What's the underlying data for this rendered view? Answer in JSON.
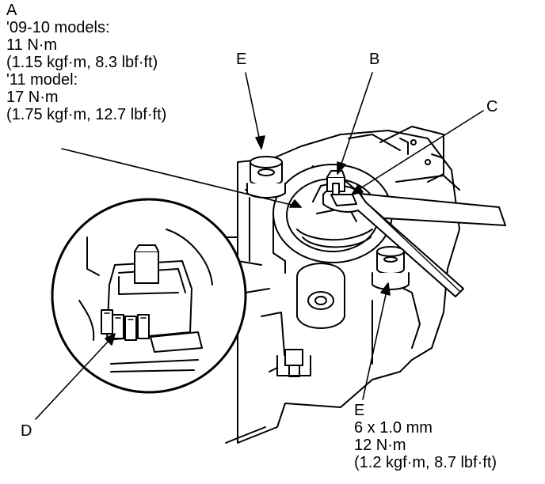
{
  "callouts": {
    "a": {
      "letter": "A",
      "lines": [
        "'09-10 models:",
        "11 N·m",
        "(1.15 kgf·m, 8.3 lbf·ft)",
        "'11 model:",
        "17 N·m",
        "(1.75 kgf·m, 12.7 lbf·ft)"
      ]
    },
    "b": {
      "letter": "B"
    },
    "c": {
      "letter": "C"
    },
    "d": {
      "letter": "D"
    },
    "e_top": {
      "letter": "E"
    },
    "e_bottom": {
      "letter": "E",
      "lines": [
        "6 x 1.0 mm",
        "12 N·m",
        "(1.2 kgf·m, 8.7 lbf·ft)"
      ]
    }
  }
}
